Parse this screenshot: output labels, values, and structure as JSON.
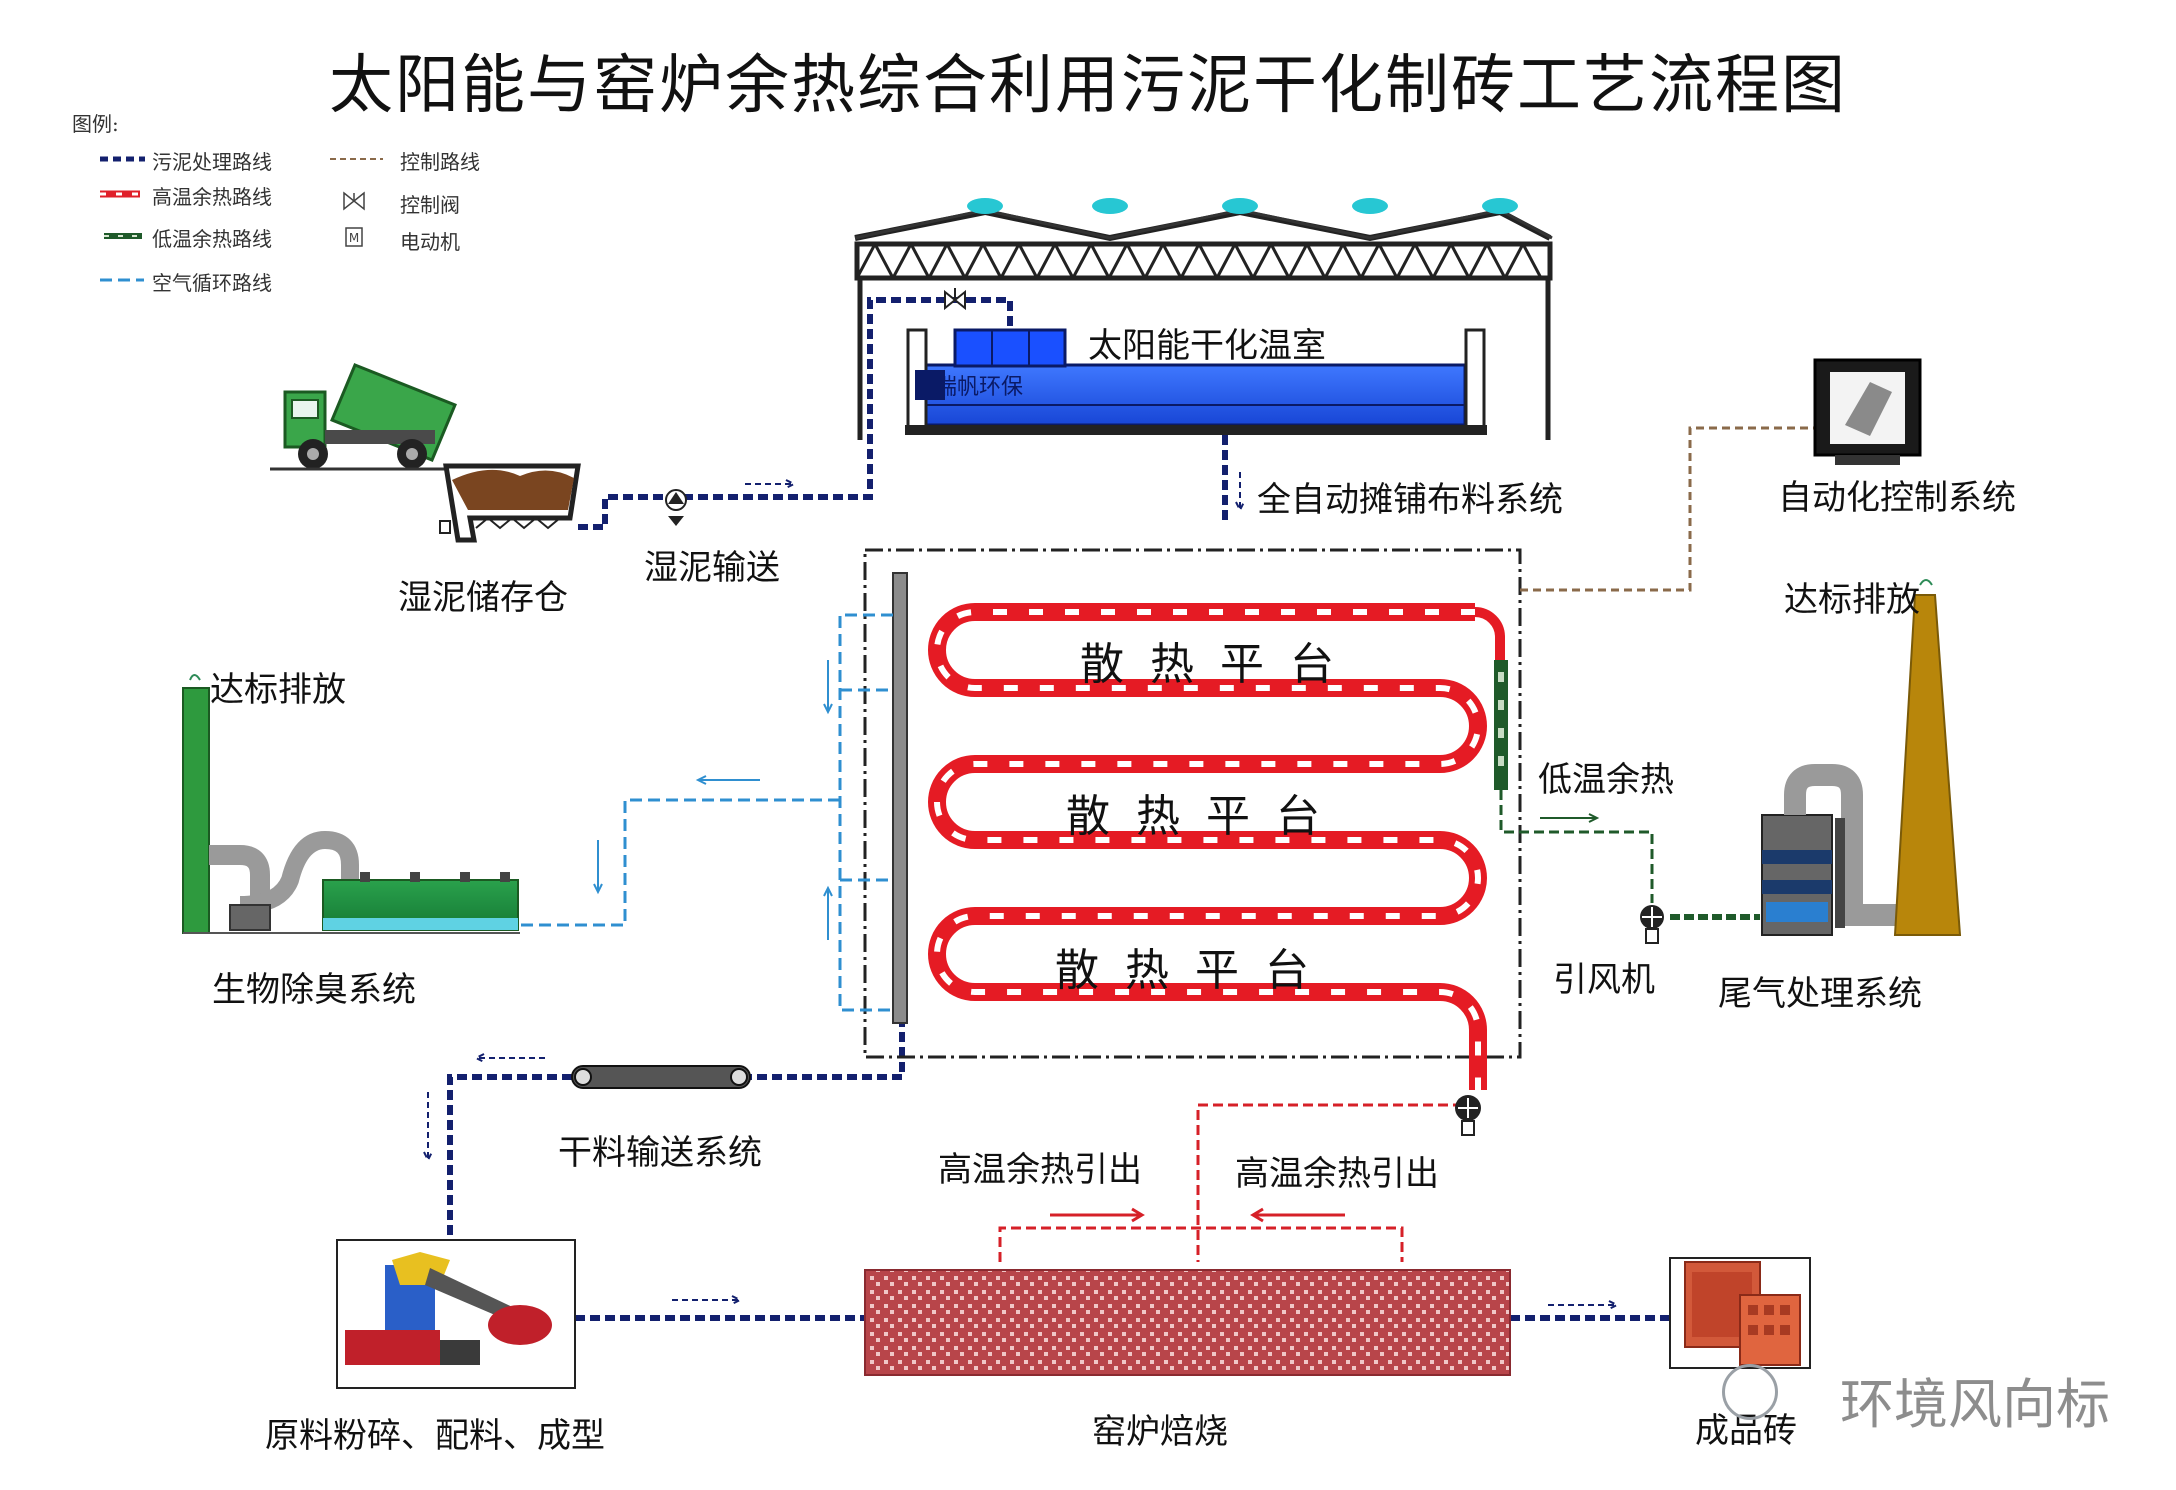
{
  "title": "太阳能与窑炉余热综合利用污泥干化制砖工艺流程图",
  "legend": {
    "heading": "图例:",
    "items": [
      {
        "label": "污泥处理路线",
        "color": "#13206e"
      },
      {
        "label": "高温余热路线",
        "color": "#e0202a"
      },
      {
        "label": "低温余热路线",
        "color": "#1f5a2a"
      },
      {
        "label": "空气循环路线",
        "color": "#2f8fd0"
      },
      {
        "label": "控制路线",
        "color": "#8a6a4a"
      },
      {
        "label": "控制阀",
        "icon": "valve-icon"
      },
      {
        "label": "电动机",
        "icon": "motor-icon"
      }
    ]
  },
  "greenhouse": {
    "label": "太阳能干化温室",
    "brand": "瑞帆环保"
  },
  "labels": {
    "spreading": "全自动摊铺布料系统",
    "control_system": "自动化控制系统",
    "wet_storage": "湿泥储存仓",
    "wet_transport": "湿泥输送",
    "discharge_left": "达标排放",
    "discharge_right": "达标排放",
    "deodor": "生物除臭系统",
    "low_heat": "低温余热",
    "fan": "引风机",
    "exhaust": "尾气处理系统",
    "dry_transport": "干料输送系统",
    "high_heat_1": "高温余热引出",
    "high_heat_2": "高温余热引出",
    "crushing": "原料粉碎、配料、成型",
    "kiln": "窑炉焙烧",
    "product": "成品砖"
  },
  "platforms": [
    "散热平台",
    "散热平台",
    "散热平台"
  ],
  "watermark": "环境风向标"
}
